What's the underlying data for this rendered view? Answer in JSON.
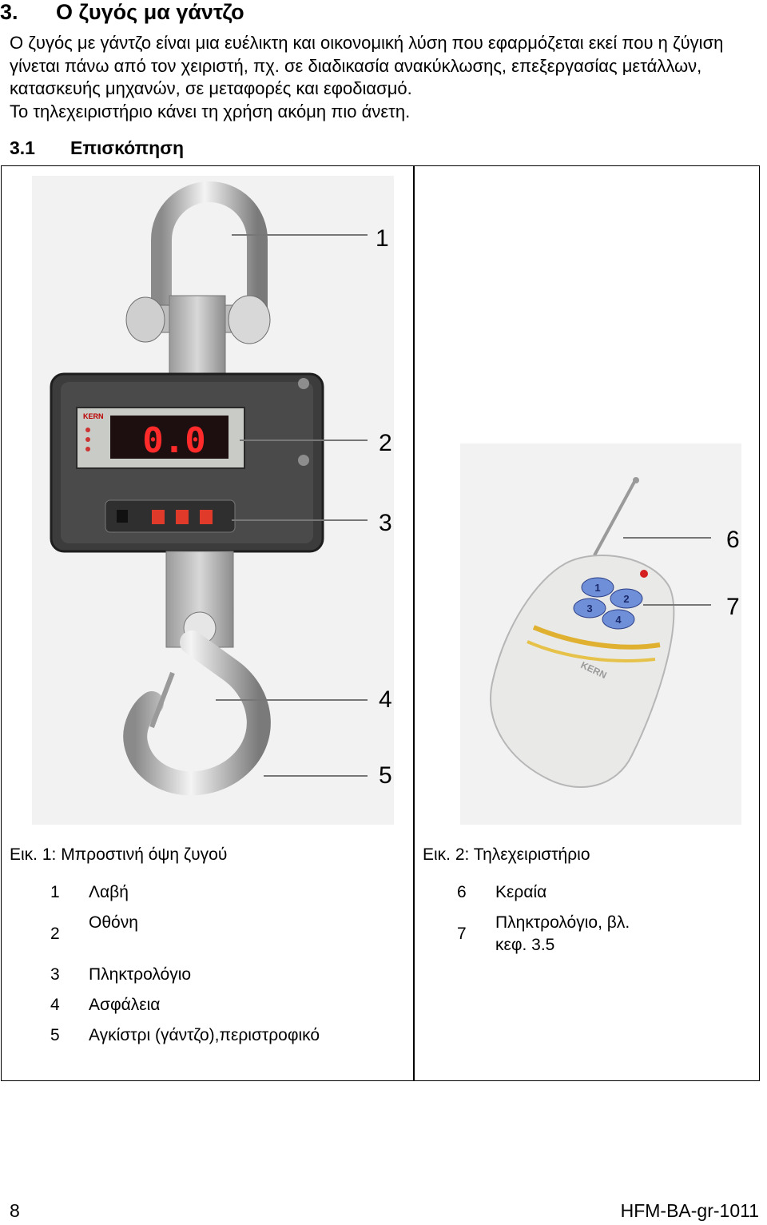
{
  "section": {
    "number": "3.",
    "title": "Ο ζυγός μα γάντζο"
  },
  "intro": {
    "paragraph1": "Ο ζυγός με γάντζο είναι μια ευέλικτη και οικονομική λύση που εφαρμόζεται εκεί που η ζύγιση γίνεται πάνω από τον χειριστή, πχ. σε διαδικασία ανακύκλωσης, επεξεργασίας μετάλλων, κατασκευής μηχανών, σε μεταφορές και εφοδιασμό.",
    "paragraph2": "Το τηλεχειριστήριο κάνει τη χρήση ακόμη πιο άνετη."
  },
  "subsection": {
    "number": "3.1",
    "title": "Επισκόπηση"
  },
  "scale_figure": {
    "display_reading": "0.0",
    "brand": "KERN",
    "callouts": [
      "1",
      "2",
      "3",
      "4",
      "5"
    ],
    "caption": "Εικ. 1: Μπροστινή όψη ζυγού",
    "items": [
      {
        "num": "1",
        "label": "Λαβή"
      },
      {
        "num": "2",
        "label": "Οθόνη"
      },
      {
        "num": "3",
        "label": "Πληκτρολόγιο"
      },
      {
        "num": "4",
        "label": "Ασφάλεια"
      },
      {
        "num": "5",
        "label": "Αγκίστρι (γάντζο),περιστροφικό"
      }
    ]
  },
  "remote_figure": {
    "brand": "KERN",
    "keys": [
      "1",
      "2",
      "3",
      "4"
    ],
    "callouts": [
      "6",
      "7"
    ],
    "caption": "Εικ. 2: Τηλεχειριστήριο",
    "items": [
      {
        "num": "6",
        "label": "Κεραία"
      },
      {
        "num": "7",
        "label_line1": "Πληκτρολόγιο, βλ.",
        "label_line2": "κεφ. 3.5"
      }
    ]
  },
  "footer": {
    "page": "8",
    "doc_code": "HFM-BA-gr-1011"
  }
}
